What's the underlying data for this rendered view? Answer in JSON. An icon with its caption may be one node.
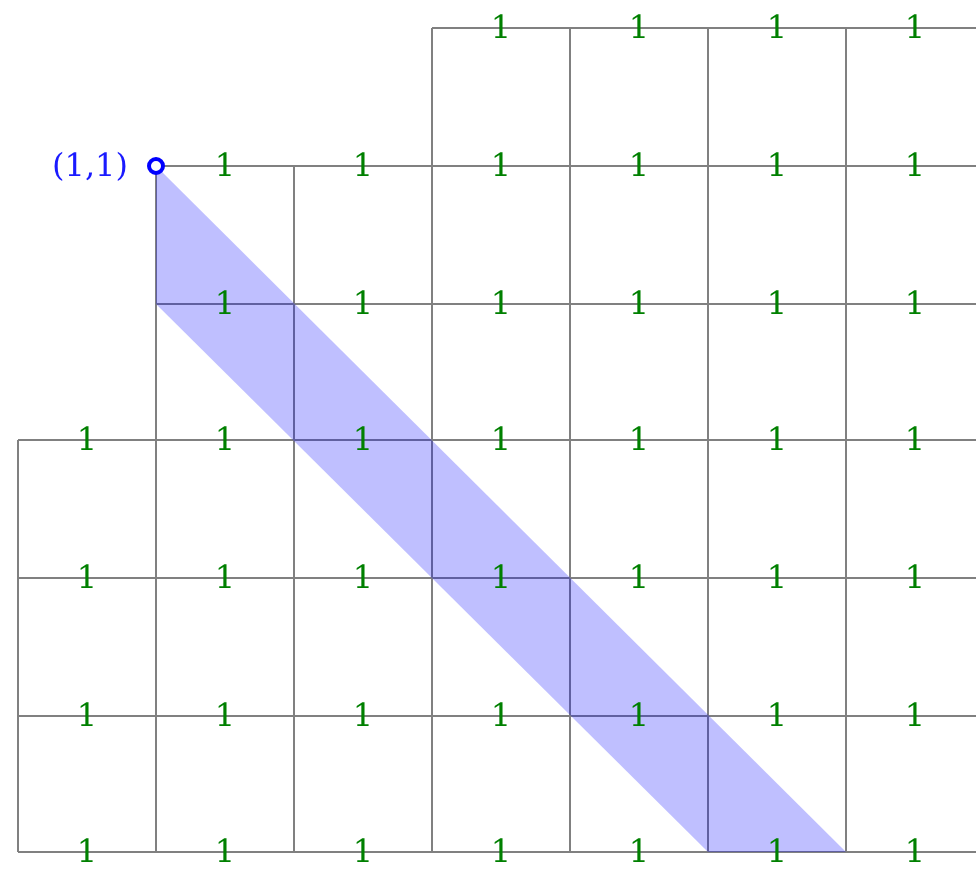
{
  "diagram": {
    "labels": [
      "1",
      "1",
      "1",
      "1",
      "(1,1)",
      "1",
      "1",
      "1",
      "1",
      "1",
      "1",
      "1",
      "1",
      "1",
      "1",
      "1",
      "1",
      "1",
      "1",
      "1",
      "1",
      "1",
      "1",
      "1",
      "1",
      "1",
      "1",
      "1",
      "1",
      "1",
      "1",
      "1",
      "1",
      "1",
      "1",
      "1",
      "1",
      "1",
      "1",
      "1",
      "1",
      "1",
      "1",
      "1",
      "1"
    ]
  }
}
